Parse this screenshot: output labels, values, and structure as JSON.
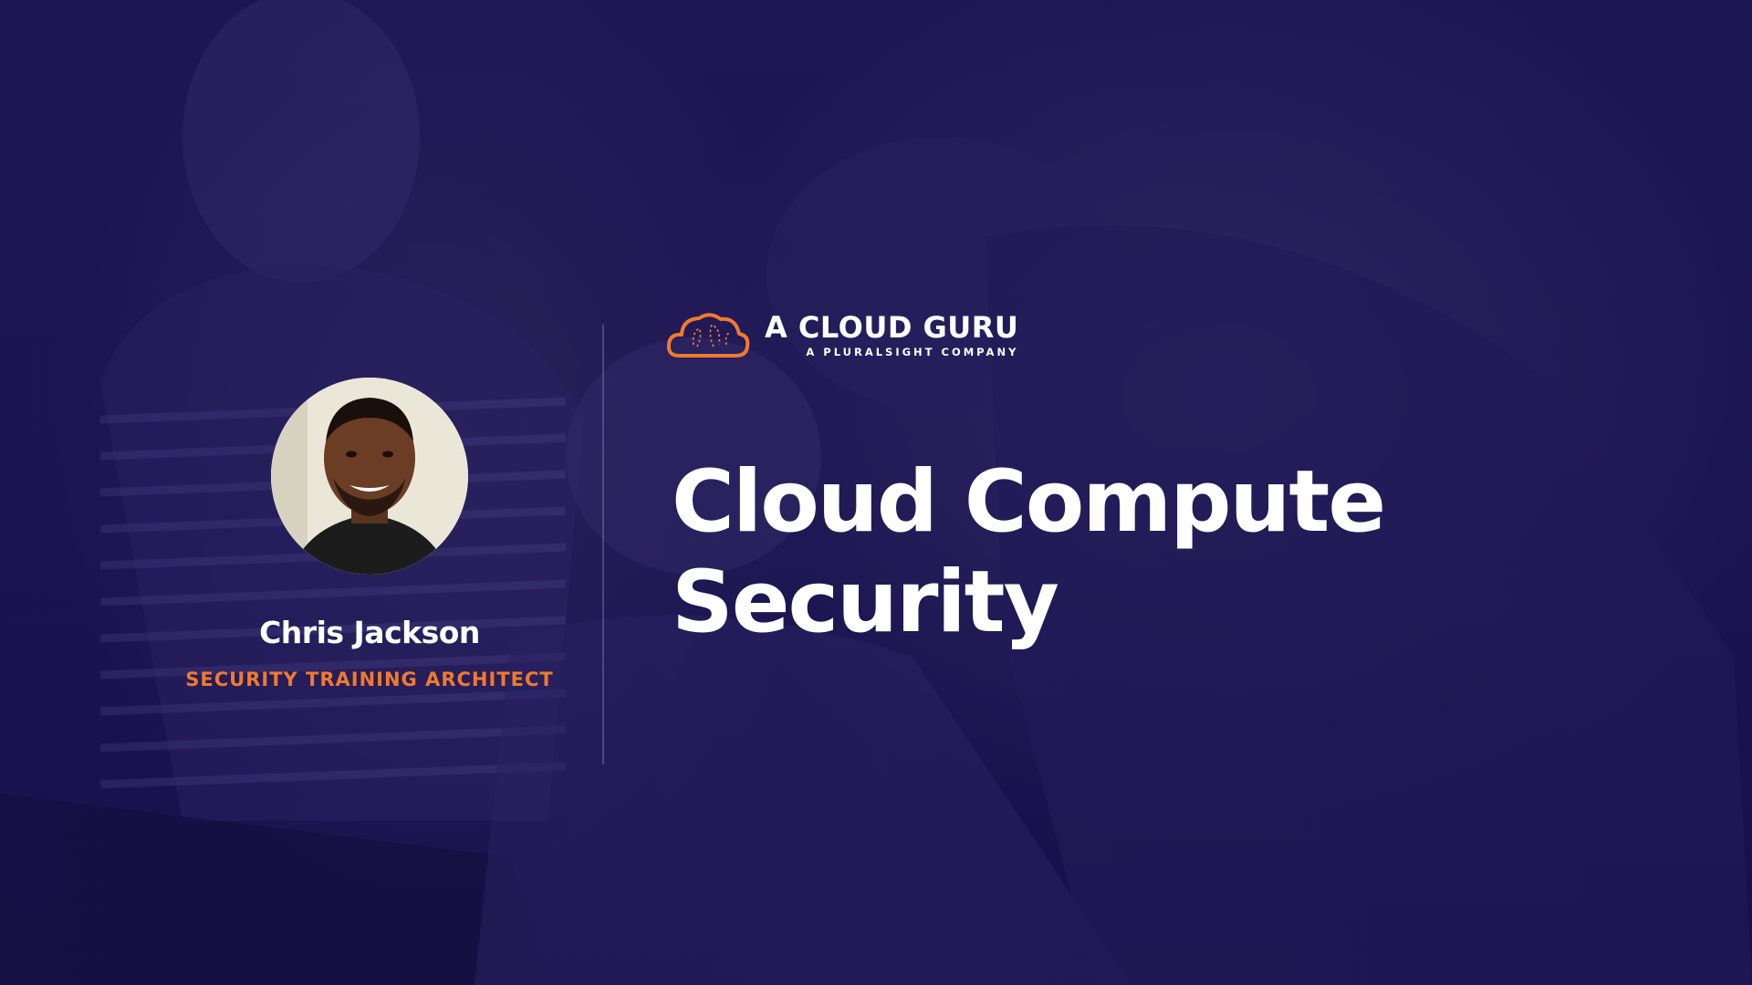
{
  "brand": {
    "name": "A CLOUD GURU",
    "tagline": "A PLURALSIGHT COMPANY",
    "accent_color": "#f07a2e"
  },
  "course": {
    "title_line1": "Cloud Compute",
    "title_line2": "Security"
  },
  "presenter": {
    "name": "Chris Jackson",
    "role": "SECURITY TRAINING ARCHITECT"
  },
  "colors": {
    "background": "#1b1450",
    "text": "#ffffff",
    "accent": "#f07a2e"
  }
}
